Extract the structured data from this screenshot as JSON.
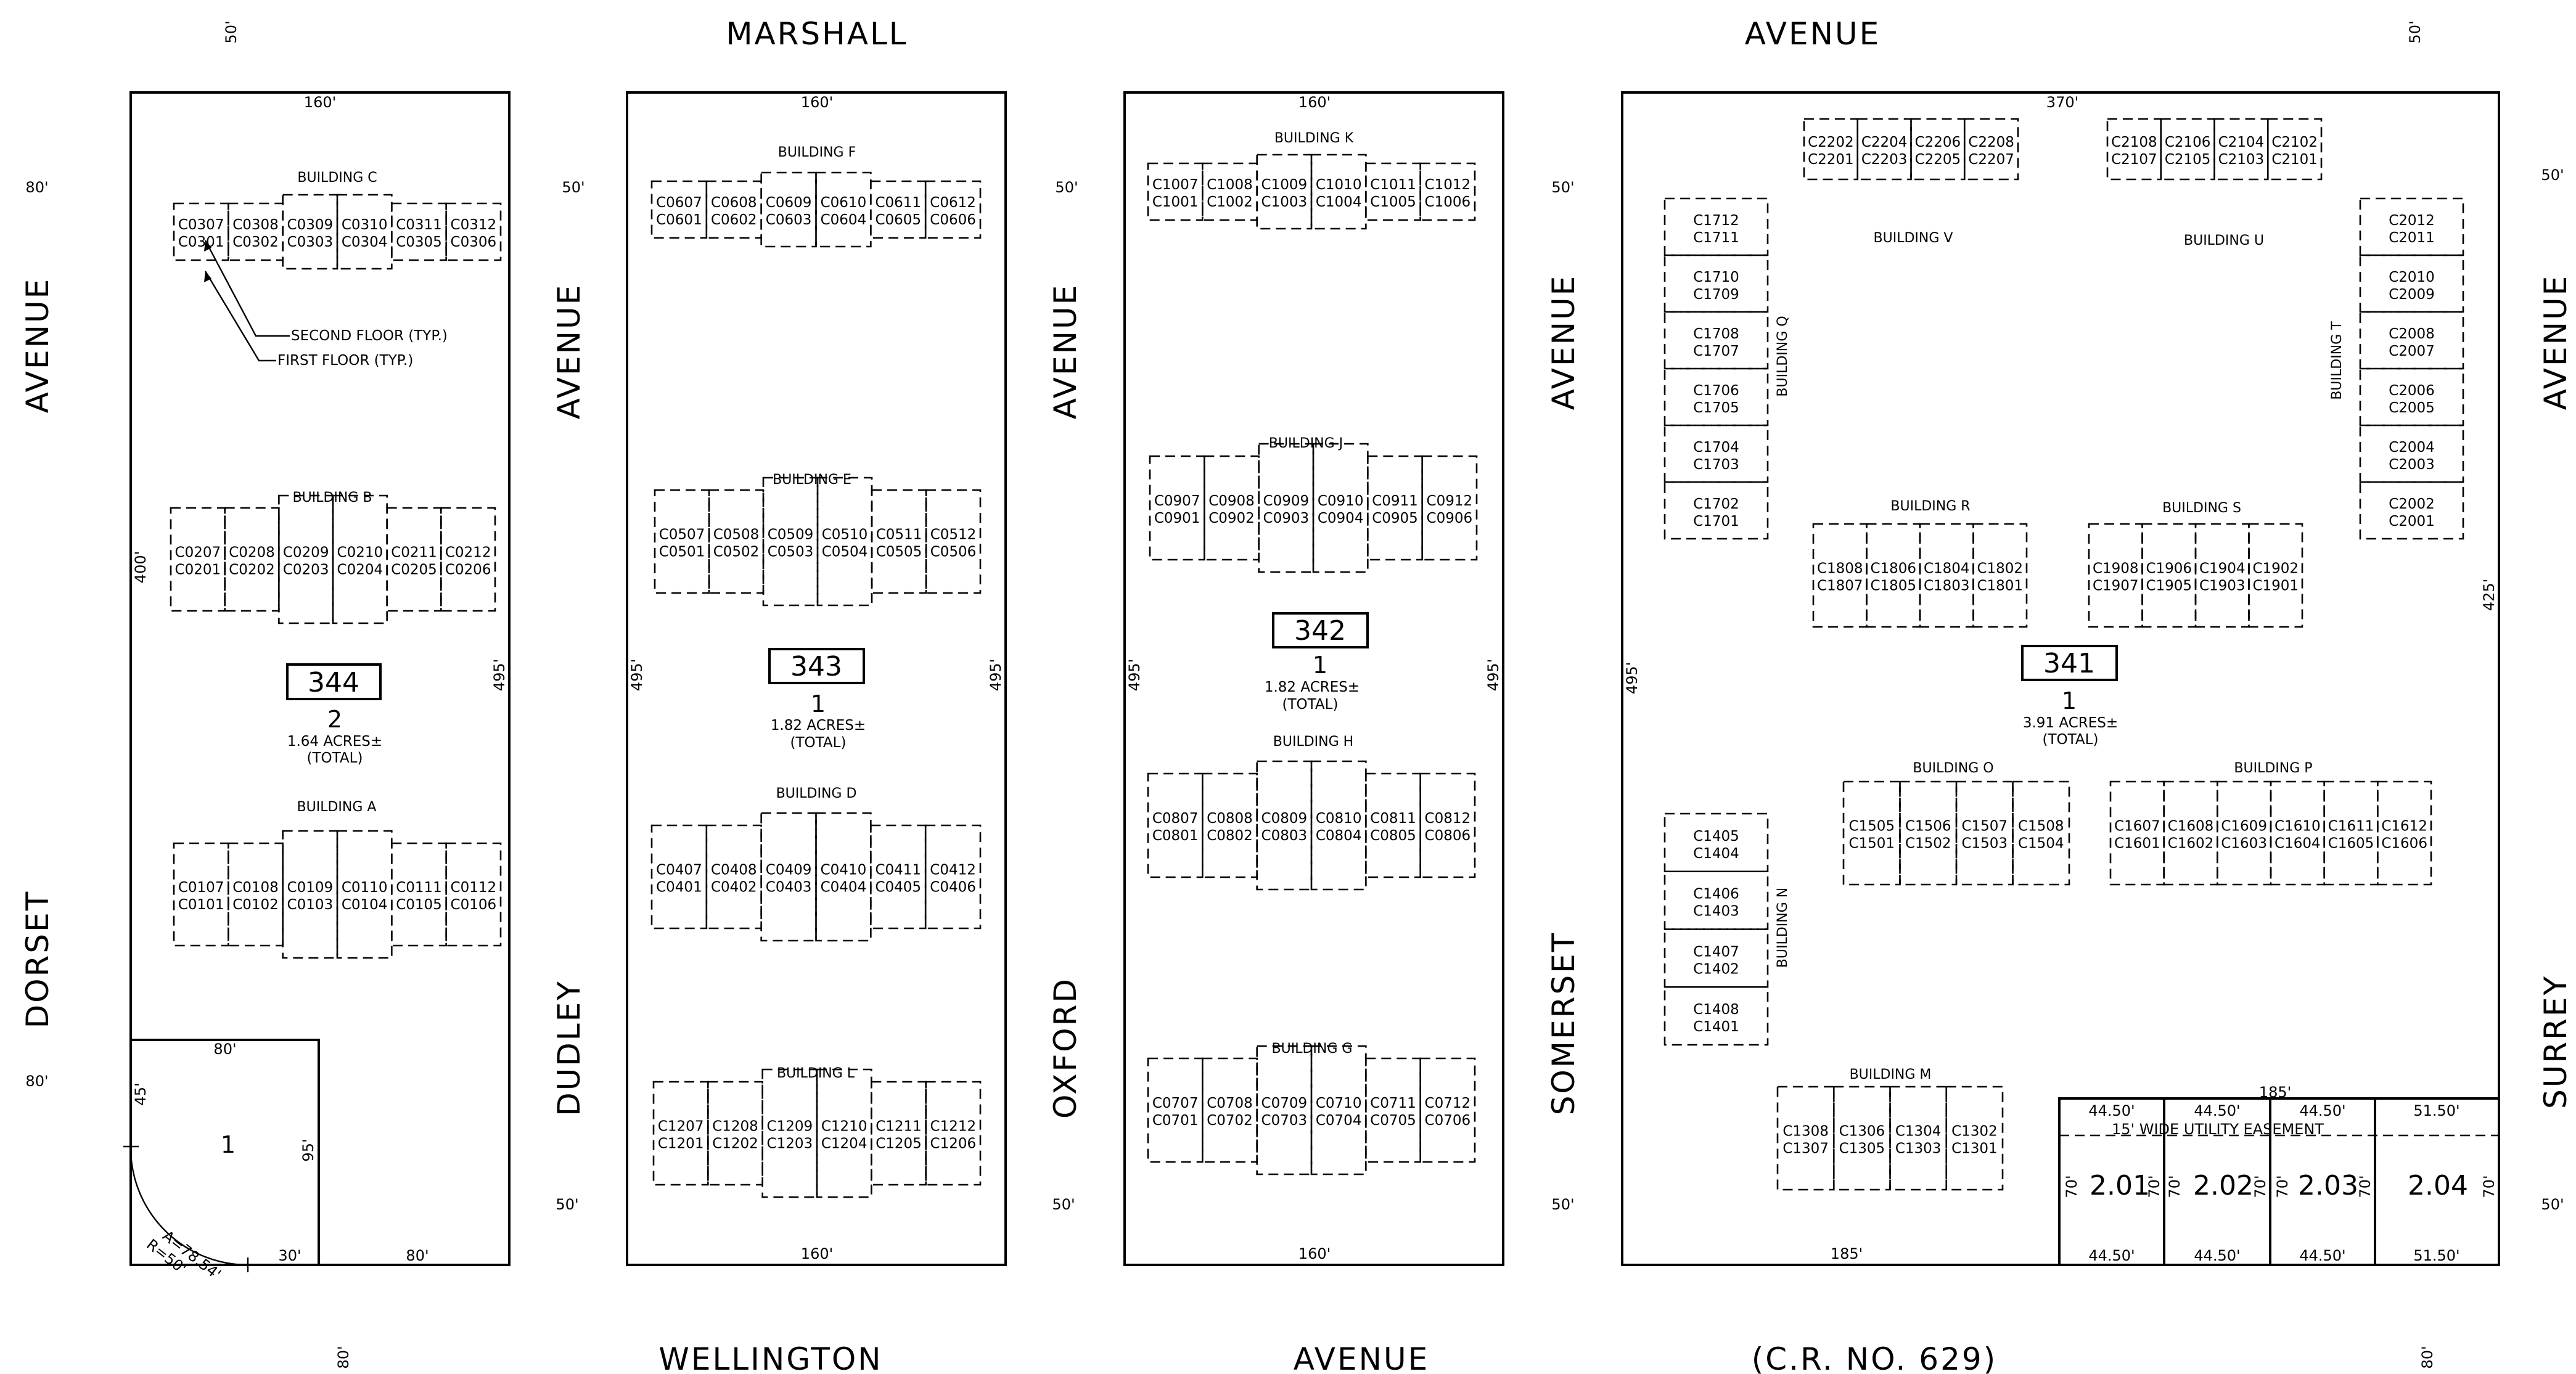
{
  "streets": {
    "top": [
      "MARSHALL",
      "AVENUE"
    ],
    "bottom": [
      "WELLINGTON",
      "AVENUE",
      "(C.R. NO. 629)"
    ],
    "left": [
      "DORSET",
      "AVENUE"
    ],
    "right": [
      "SURREY",
      "AVENUE"
    ],
    "dudley": [
      "DUDLEY",
      "AVENUE"
    ],
    "oxford": [
      "OXFORD",
      "AVENUE"
    ],
    "somerset": [
      "SOMERSET",
      "AVENUE"
    ]
  },
  "row_widths": {
    "top_left": "50'",
    "top_right": "50'",
    "bottom_left": "80'",
    "bottom_right": "80'",
    "left_top": "80'",
    "left_bottom": "80'",
    "right_top": "50'",
    "right_bottom": "50'",
    "dudley_top": "50'",
    "dudley_bottom": "50'",
    "oxford_top": "50'",
    "oxford_bottom": "50'",
    "somerset_top": "50'",
    "somerset_bottom": "50'"
  },
  "lots": {
    "344": {
      "number": "344",
      "sub": "2",
      "acres": "1.64 ACRES±",
      "total": "(TOTAL)",
      "top": "160'",
      "left": "400'",
      "right": "495'"
    },
    "343": {
      "number": "343",
      "sub": "1",
      "acres": "1.82 ACRES±",
      "total": "(TOTAL)",
      "top": "160'",
      "bottom": "160'",
      "left": "495'",
      "right": "495'"
    },
    "342": {
      "number": "342",
      "sub": "1",
      "acres": "1.82 ACRES±",
      "total": "(TOTAL)",
      "top": "160'",
      "bottom": "160'",
      "left": "495'",
      "right": "495'"
    },
    "341": {
      "number": "341",
      "sub": "1",
      "acres": "3.91 ACRES±",
      "total": "(TOTAL)",
      "top": "370'",
      "bottom": "185'",
      "left": "495'",
      "right": "425'"
    }
  },
  "corner_lot": {
    "number": "1",
    "top": "80'",
    "side": "95'",
    "left": "45'",
    "bottom_a": "30'",
    "bottom_b": "80'",
    "arc": "A=78.54'",
    "radius": "R=50'"
  },
  "annotations": {
    "second_floor": "SECOND FLOOR (TYP.)",
    "first_floor": "FIRST FLOOR (TYP.)"
  },
  "subdivision": {
    "lots": [
      "2.01",
      "2.02",
      "2.03",
      "2.04"
    ],
    "widths_top": [
      "44.50'",
      "44.50'",
      "44.50'",
      "51.50'"
    ],
    "widths_bottom": [
      "44.50'",
      "44.50'",
      "44.50'",
      "51.50'"
    ],
    "depth": "70'",
    "overall": "185'",
    "easement": "15' WIDE UTILITY EASEMENT"
  },
  "buildings": {
    "C": {
      "label": "BUILDING C",
      "units": [
        [
          "C0307",
          "C0301"
        ],
        [
          "C0308",
          "C0302"
        ],
        [
          "C0309",
          "C0303"
        ],
        [
          "C0310",
          "C0304"
        ],
        [
          "C0311",
          "C0305"
        ],
        [
          "C0312",
          "C0306"
        ]
      ]
    },
    "B": {
      "label": "BUILDING B",
      "units": [
        [
          "C0207",
          "C0201"
        ],
        [
          "C0208",
          "C0202"
        ],
        [
          "C0209",
          "C0203"
        ],
        [
          "C0210",
          "C0204"
        ],
        [
          "C0211",
          "C0205"
        ],
        [
          "C0212",
          "C0206"
        ]
      ]
    },
    "A": {
      "label": "BUILDING A",
      "units": [
        [
          "C0107",
          "C0101"
        ],
        [
          "C0108",
          "C0102"
        ],
        [
          "C0109",
          "C0103"
        ],
        [
          "C0110",
          "C0104"
        ],
        [
          "C0111",
          "C0105"
        ],
        [
          "C0112",
          "C0106"
        ]
      ]
    },
    "F": {
      "label": "BUILDING F",
      "units": [
        [
          "C0607",
          "C0601"
        ],
        [
          "C0608",
          "C0602"
        ],
        [
          "C0609",
          "C0603"
        ],
        [
          "C0610",
          "C0604"
        ],
        [
          "C0611",
          "C0605"
        ],
        [
          "C0612",
          "C0606"
        ]
      ]
    },
    "E": {
      "label": "BUILDING E",
      "units": [
        [
          "C0507",
          "C0501"
        ],
        [
          "C0508",
          "C0502"
        ],
        [
          "C0509",
          "C0503"
        ],
        [
          "C0510",
          "C0504"
        ],
        [
          "C0511",
          "C0505"
        ],
        [
          "C0512",
          "C0506"
        ]
      ]
    },
    "D": {
      "label": "BUILDING D",
      "units": [
        [
          "C0407",
          "C0401"
        ],
        [
          "C0408",
          "C0402"
        ],
        [
          "C0409",
          "C0403"
        ],
        [
          "C0410",
          "C0404"
        ],
        [
          "C0411",
          "C0405"
        ],
        [
          "C0412",
          "C0406"
        ]
      ]
    },
    "L": {
      "label": "BUILDING L",
      "units": [
        [
          "C1207",
          "C1201"
        ],
        [
          "C1208",
          "C1202"
        ],
        [
          "C1209",
          "C1203"
        ],
        [
          "C1210",
          "C1204"
        ],
        [
          "C1211",
          "C1205"
        ],
        [
          "C1212",
          "C1206"
        ]
      ]
    },
    "K": {
      "label": "BUILDING K",
      "units": [
        [
          "C1007",
          "C1001"
        ],
        [
          "C1008",
          "C1002"
        ],
        [
          "C1009",
          "C1003"
        ],
        [
          "C1010",
          "C1004"
        ],
        [
          "C1011",
          "C1005"
        ],
        [
          "C1012",
          "C1006"
        ]
      ]
    },
    "J": {
      "label": "BUILDING J",
      "units": [
        [
          "C0907",
          "C0901"
        ],
        [
          "C0908",
          "C0902"
        ],
        [
          "C0909",
          "C0903"
        ],
        [
          "C0910",
          "C0904"
        ],
        [
          "C0911",
          "C0905"
        ],
        [
          "C0912",
          "C0906"
        ]
      ]
    },
    "H": {
      "label": "BUILDING H",
      "units": [
        [
          "C0807",
          "C0801"
        ],
        [
          "C0808",
          "C0802"
        ],
        [
          "C0809",
          "C0803"
        ],
        [
          "C0810",
          "C0804"
        ],
        [
          "C0811",
          "C0805"
        ],
        [
          "C0812",
          "C0806"
        ]
      ]
    },
    "G": {
      "label": "BUILDING G",
      "units": [
        [
          "C0707",
          "C0701"
        ],
        [
          "C0708",
          "C0702"
        ],
        [
          "C0709",
          "C0703"
        ],
        [
          "C0710",
          "C0704"
        ],
        [
          "C0711",
          "C0705"
        ],
        [
          "C0712",
          "C0706"
        ]
      ]
    },
    "V": {
      "label": "BUILDING V",
      "units": [
        [
          "C2202",
          "C2201"
        ],
        [
          "C2204",
          "C2203"
        ],
        [
          "C2206",
          "C2205"
        ],
        [
          "C2208",
          "C2207"
        ]
      ]
    },
    "U": {
      "label": "BUILDING U",
      "units": [
        [
          "C2108",
          "C2107"
        ],
        [
          "C2106",
          "C2105"
        ],
        [
          "C2104",
          "C2103"
        ],
        [
          "C2102",
          "C2101"
        ]
      ]
    },
    "R": {
      "label": "BUILDING R",
      "units": [
        [
          "C1808",
          "C1807"
        ],
        [
          "C1806",
          "C1805"
        ],
        [
          "C1804",
          "C1803"
        ],
        [
          "C1802",
          "C1801"
        ]
      ]
    },
    "S": {
      "label": "BUILDING S",
      "units": [
        [
          "C1908",
          "C1907"
        ],
        [
          "C1906",
          "C1905"
        ],
        [
          "C1904",
          "C1903"
        ],
        [
          "C1902",
          "C1901"
        ]
      ]
    },
    "O": {
      "label": "BUILDING O",
      "units": [
        [
          "C1505",
          "C1501"
        ],
        [
          "C1506",
          "C1502"
        ],
        [
          "C1507",
          "C1503"
        ],
        [
          "C1508",
          "C1504"
        ]
      ]
    },
    "P": {
      "label": "BUILDING P",
      "units": [
        [
          "C1607",
          "C1601"
        ],
        [
          "C1608",
          "C1602"
        ],
        [
          "C1609",
          "C1603"
        ],
        [
          "C1610",
          "C1604"
        ],
        [
          "C1611",
          "C1605"
        ],
        [
          "C1612",
          "C1606"
        ]
      ]
    },
    "M": {
      "label": "BUILDING M",
      "units": [
        [
          "C1308",
          "C1307"
        ],
        [
          "C1306",
          "C1305"
        ],
        [
          "C1304",
          "C1303"
        ],
        [
          "C1302",
          "C1301"
        ]
      ]
    },
    "Q": {
      "label": "BUILDING Q",
      "units": [
        [
          "C1712",
          "C1711"
        ],
        [
          "C1710",
          "C1709"
        ],
        [
          "C1708",
          "C1707"
        ],
        [
          "C1706",
          "C1705"
        ],
        [
          "C1704",
          "C1703"
        ],
        [
          "C1702",
          "C1701"
        ]
      ]
    },
    "T": {
      "label": "BUILDING T",
      "units": [
        [
          "C2012",
          "C2011"
        ],
        [
          "C2010",
          "C2009"
        ],
        [
          "C2008",
          "C2007"
        ],
        [
          "C2006",
          "C2005"
        ],
        [
          "C2004",
          "C2003"
        ],
        [
          "C2002",
          "C2001"
        ]
      ]
    },
    "N": {
      "label": "BUILDING N",
      "units": [
        [
          "C1405",
          "C1404"
        ],
        [
          "C1406",
          "C1403"
        ],
        [
          "C1407",
          "C1402"
        ],
        [
          "C1408",
          "C1401"
        ]
      ]
    }
  }
}
